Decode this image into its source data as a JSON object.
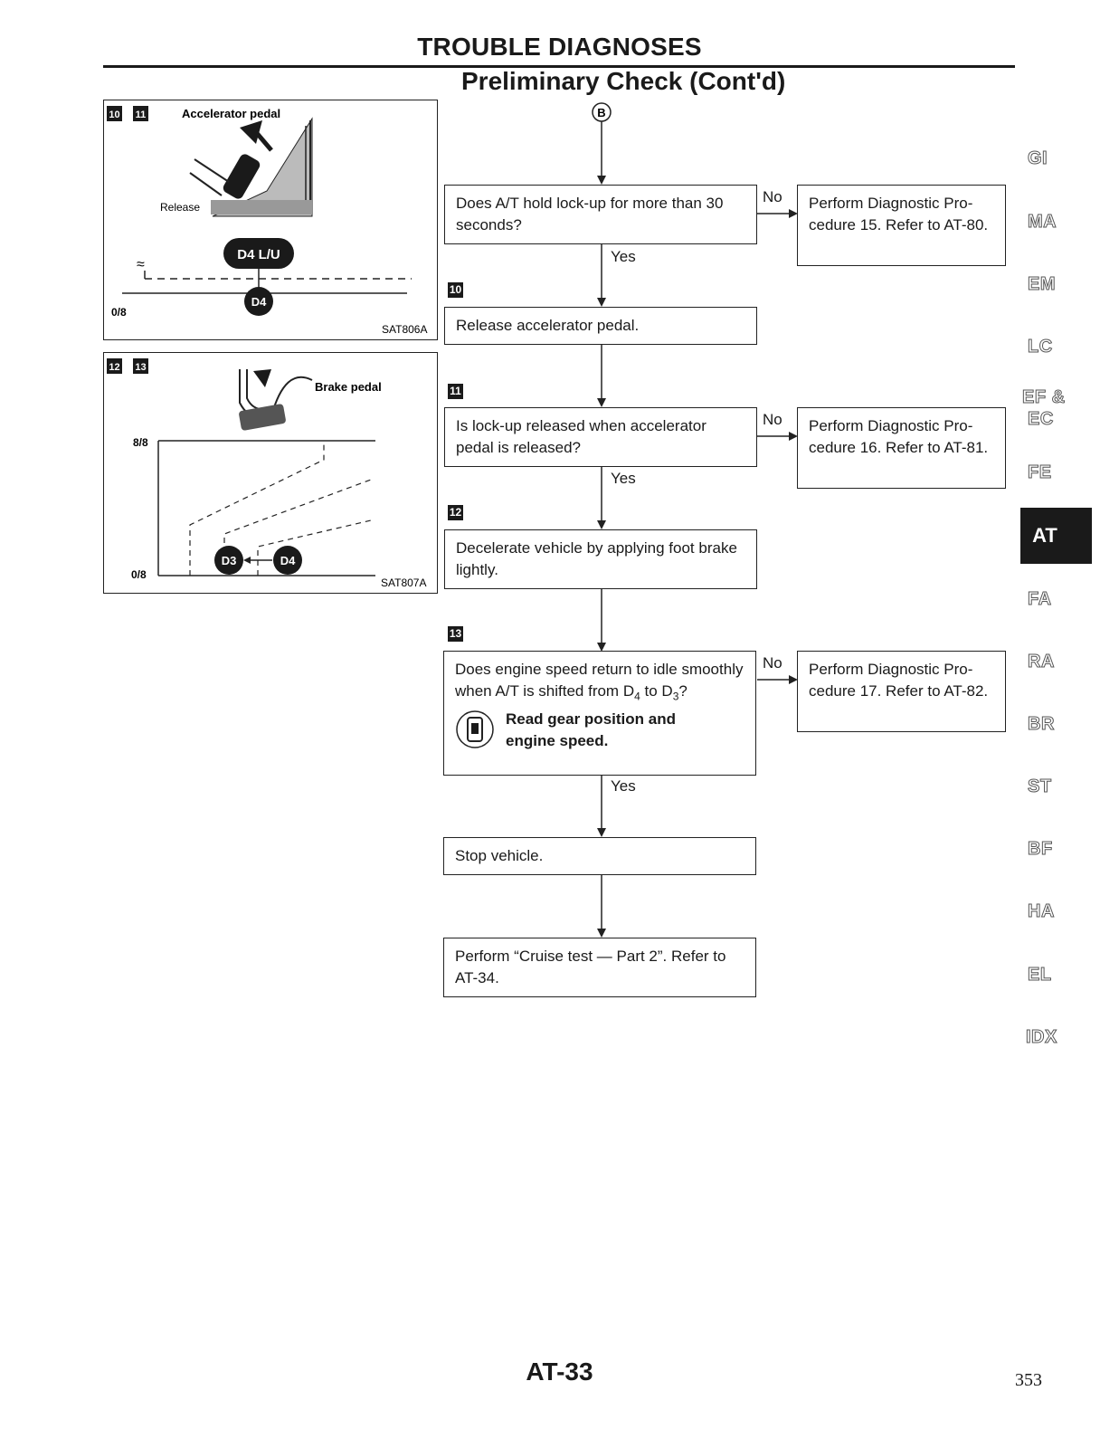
{
  "header": {
    "section_title": "TROUBLE DIAGNOSES",
    "subtitle": "Preliminary Check (Cont'd)"
  },
  "connector": "B",
  "illustration1": {
    "steps": [
      "10",
      "11"
    ],
    "pedal_label": "Accelerator pedal",
    "release_label": "Release",
    "lu_badge": "D4 L/U",
    "d4_badge": "D4",
    "zero_label": "0/8",
    "code": "SAT806A"
  },
  "illustration2": {
    "steps": [
      "12",
      "13"
    ],
    "pedal_label": "Brake pedal",
    "full_label": "8/8",
    "zero_label": "0/8",
    "d3_badge": "D3",
    "d4_badge": "D4",
    "code": "SAT807A"
  },
  "flow": {
    "q1": "Does A/T hold lock-up for more than 30 seconds?",
    "q1_no": "Perform Diagnostic Pro-cedure 15. Refer to AT-80.",
    "step10": "10",
    "a1": "Release accelerator pedal.",
    "step11": "11",
    "q2": "Is lock-up released when accelerator pedal is released?",
    "q2_no": "Perform Diagnostic Pro-cedure 16. Refer to AT-81.",
    "step12": "12",
    "a2": "Decelerate vehicle by applying foot brake lightly.",
    "step13": "13",
    "q3_part1": "Does engine speed return to idle smoothly when A/T is shifted from D",
    "q3_sub1": "4",
    "q3_part2": " to D",
    "q3_sub2": "3",
    "q3_part3": "?",
    "q3_note": "Read gear position and engine speed.",
    "q3_no": "Perform Diagnostic Pro-cedure 17. Refer to AT-82.",
    "a3": "Stop vehicle.",
    "a4": "Perform “Cruise test — Part 2”. Refer to AT-34.",
    "no_label": "No",
    "yes_label": "Yes"
  },
  "side_tabs": [
    "GI",
    "MA",
    "EM",
    "LC",
    "EF &",
    "EC",
    "FE",
    "AT",
    "FA",
    "RA",
    "BR",
    "ST",
    "BF",
    "HA",
    "EL",
    "IDX"
  ],
  "active_tab": "AT",
  "footer": {
    "page_label": "AT-33",
    "page_number": "353"
  }
}
